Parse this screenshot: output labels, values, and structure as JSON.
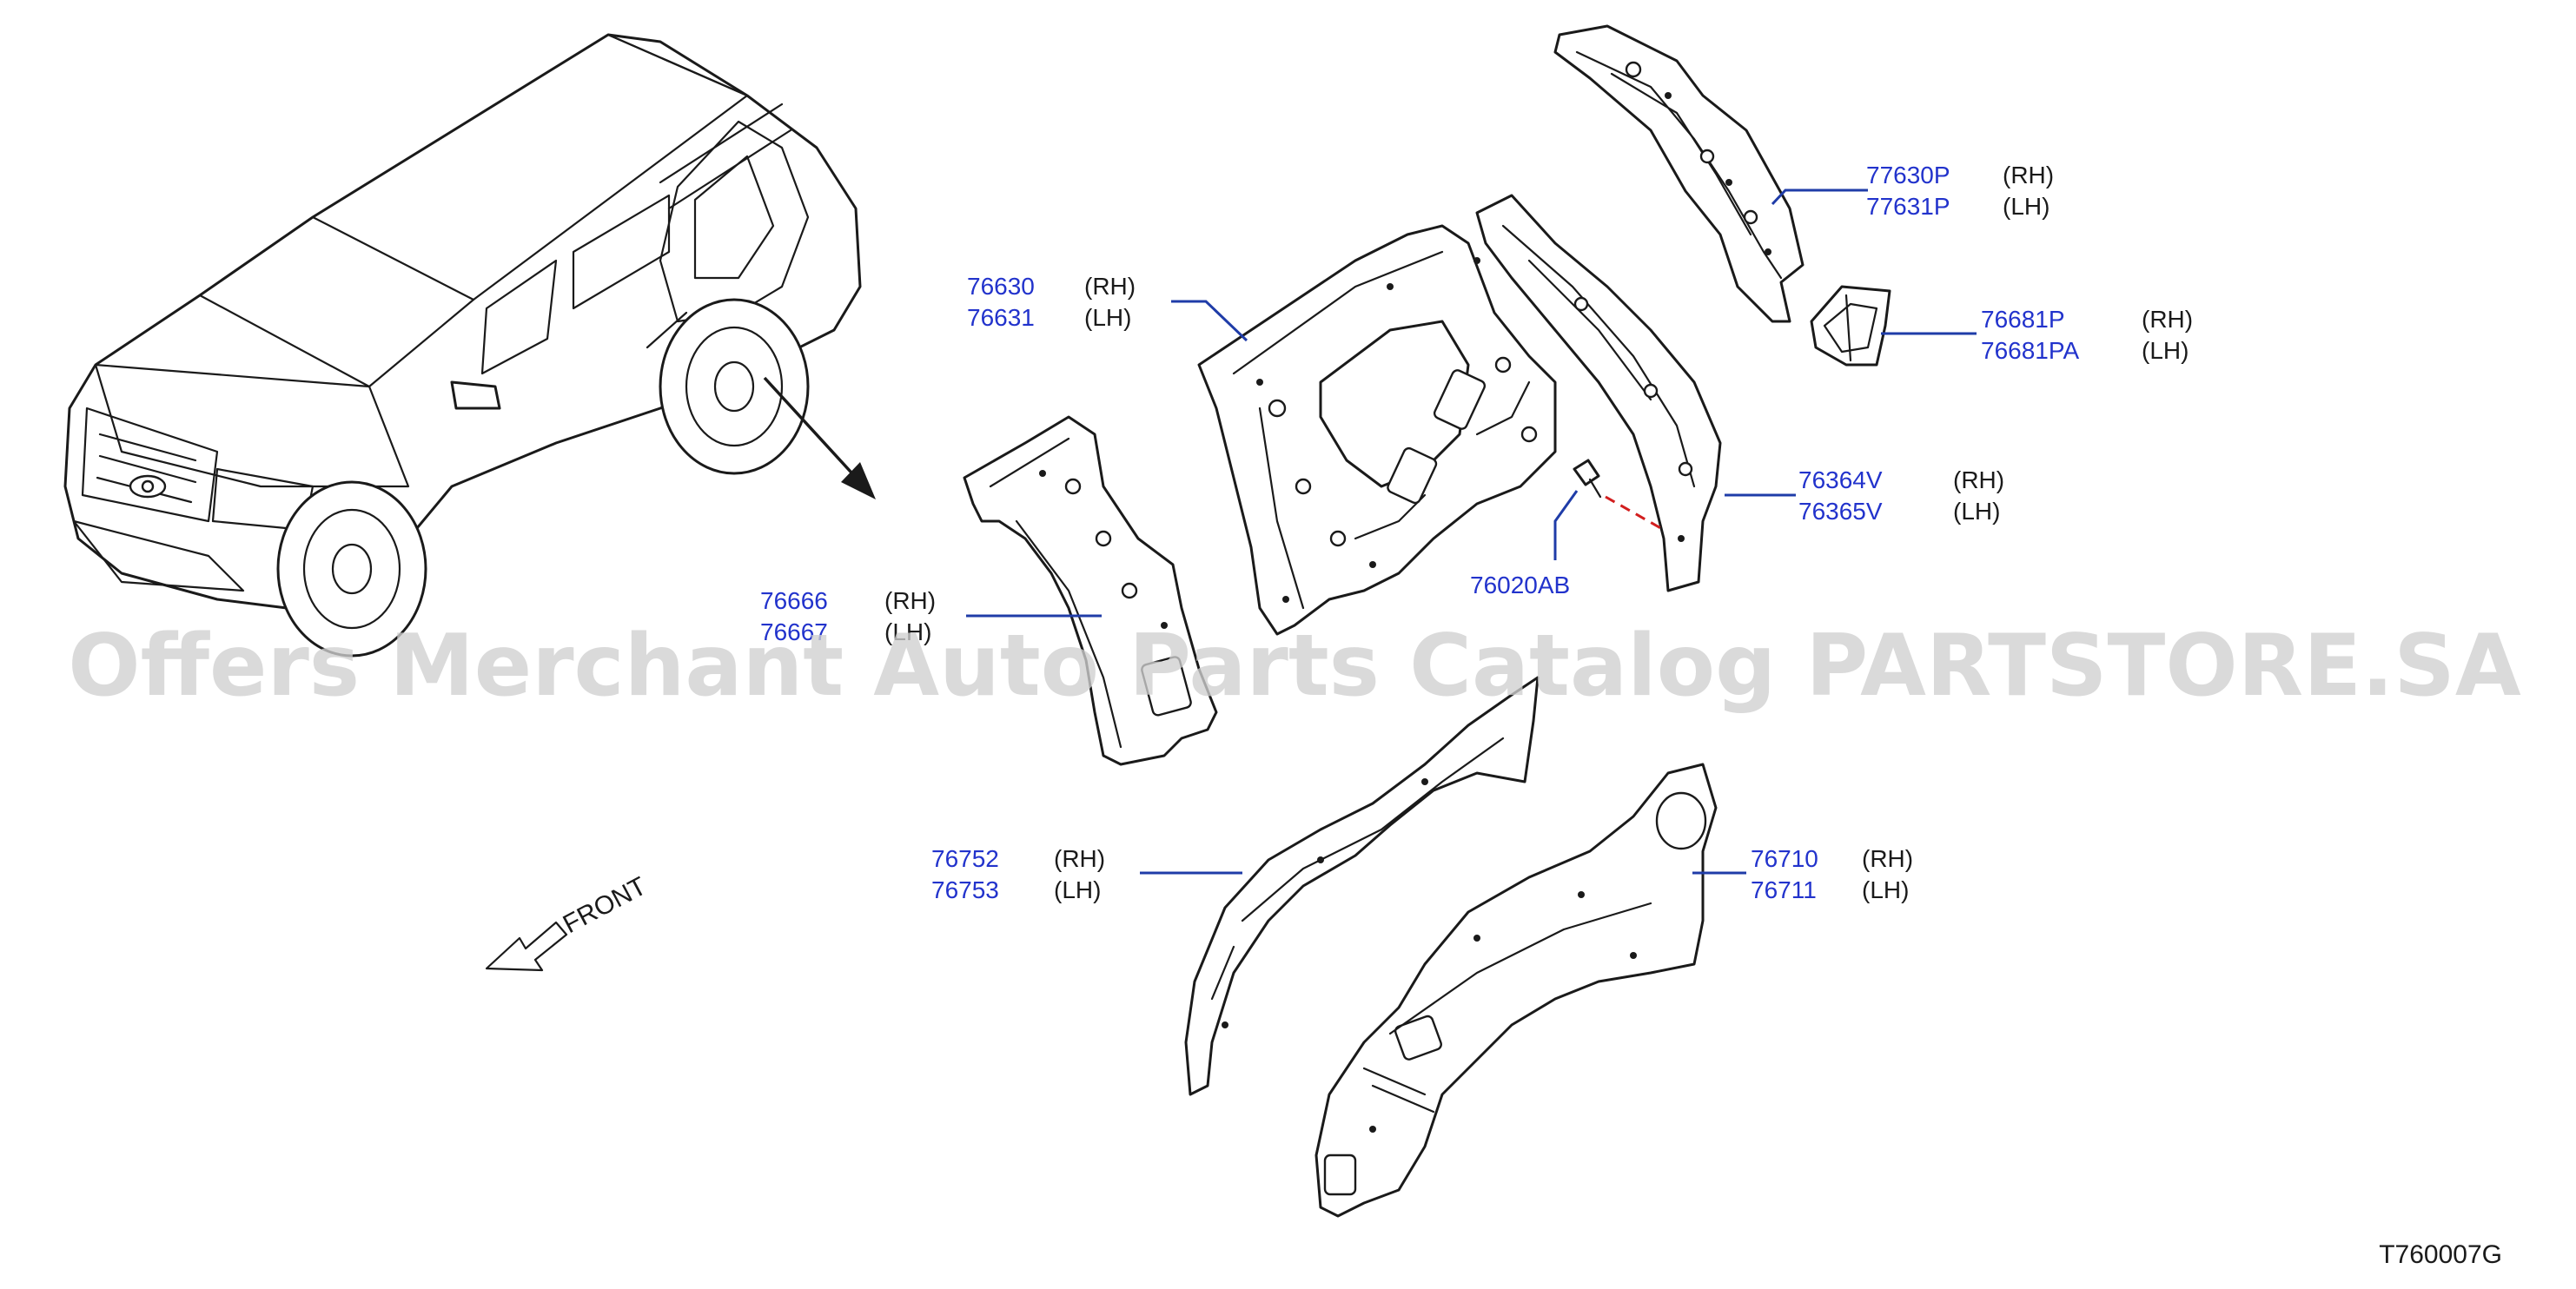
{
  "diagram": {
    "watermark": "Offers Merchant Auto Parts Catalog PARTSTORE.SA",
    "diagram_code": "T760007G",
    "front_label": "FRONT",
    "colors": {
      "part_number": "#2233cc",
      "leader": "#1f3ca8",
      "line": "#1a1a1a",
      "watermark": "#cfcfcf"
    },
    "callouts": [
      {
        "id": "77630P-77631P",
        "part_numbers": [
          "77630P",
          "77631P"
        ],
        "sides": [
          "(RH)",
          "(LH)"
        ]
      },
      {
        "id": "76681P-76681PA",
        "part_numbers": [
          "76681P",
          "76681PA"
        ],
        "sides": [
          "(RH)",
          "(LH)"
        ]
      },
      {
        "id": "76630-76631",
        "part_numbers": [
          "76630",
          "76631"
        ],
        "sides": [
          "(RH)",
          "(LH)"
        ]
      },
      {
        "id": "76364V-76365V",
        "part_numbers": [
          "76364V",
          "76365V"
        ],
        "sides": [
          "(RH)",
          "(LH)"
        ]
      },
      {
        "id": "76020AB",
        "part_numbers": [
          "76020AB"
        ],
        "sides": []
      },
      {
        "id": "76666-76667",
        "part_numbers": [
          "76666",
          "76667"
        ],
        "sides": [
          "(RH)",
          "(LH)"
        ]
      },
      {
        "id": "76752-76753",
        "part_numbers": [
          "76752",
          "76753"
        ],
        "sides": [
          "(RH)",
          "(LH)"
        ]
      },
      {
        "id": "76710-76711",
        "part_numbers": [
          "76710",
          "76711"
        ],
        "sides": [
          "(RH)",
          "(LH)"
        ]
      }
    ]
  }
}
